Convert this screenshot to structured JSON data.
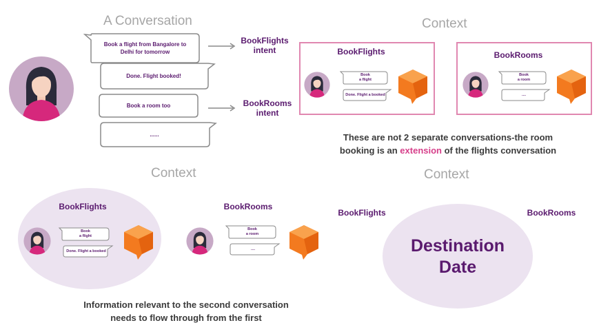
{
  "headings": {
    "conversation": "A Conversation",
    "context_top": "Context",
    "context_mid_left": "Context",
    "context_mid_right": "Context"
  },
  "conversation": {
    "bubbles": [
      {
        "text": "Book a flight from Bangalore to\nDelhi for tomorrow"
      },
      {
        "text": "Done. Flight booked!"
      },
      {
        "text": "Book a room too"
      },
      {
        "text": "......"
      }
    ],
    "intents": [
      {
        "line1": "BookFlights",
        "line2": "intent"
      },
      {
        "line1": "BookRooms",
        "line2": "intent"
      }
    ]
  },
  "top_panels": {
    "flights": {
      "title": "BookFlights",
      "bubble1": "Book\na flight",
      "bubble2": "Done. Flight a booked"
    },
    "rooms": {
      "title": "BookRooms",
      "bubble1": "Book\na room",
      "bubble2": "...."
    }
  },
  "caption_top": {
    "line1": "These are not 2 separate conversations-the room",
    "line2_pre": "booking is an ",
    "line2_hl": "extension",
    "line2_post": " of the flights conversation"
  },
  "bottom_left": {
    "flights": {
      "title": "BookFlights",
      "bubble1": "Book\na flight",
      "bubble2": "Done. Flight a booked"
    },
    "rooms": {
      "title": "BookRooms",
      "bubble1": "Book\na room",
      "bubble2": "...."
    }
  },
  "caption_bottom": {
    "line1": "Information relevant to the second conversation",
    "line2": "needs to flow through from the first"
  },
  "bottom_right": {
    "label_flights": "BookFlights",
    "label_rooms": "BookRooms",
    "destination": "Destination",
    "date": "Date"
  },
  "colors": {
    "accent_purple": "#5a1a6e",
    "highlight_pink": "#d63f8a",
    "box_border_pink": "#e087b0",
    "bot_orange": "#f37a1f",
    "ellipse_fill": "#ece3f0"
  },
  "icons": [
    "user-avatar-icon",
    "bot-logo-icon",
    "arrow-right-icon"
  ]
}
